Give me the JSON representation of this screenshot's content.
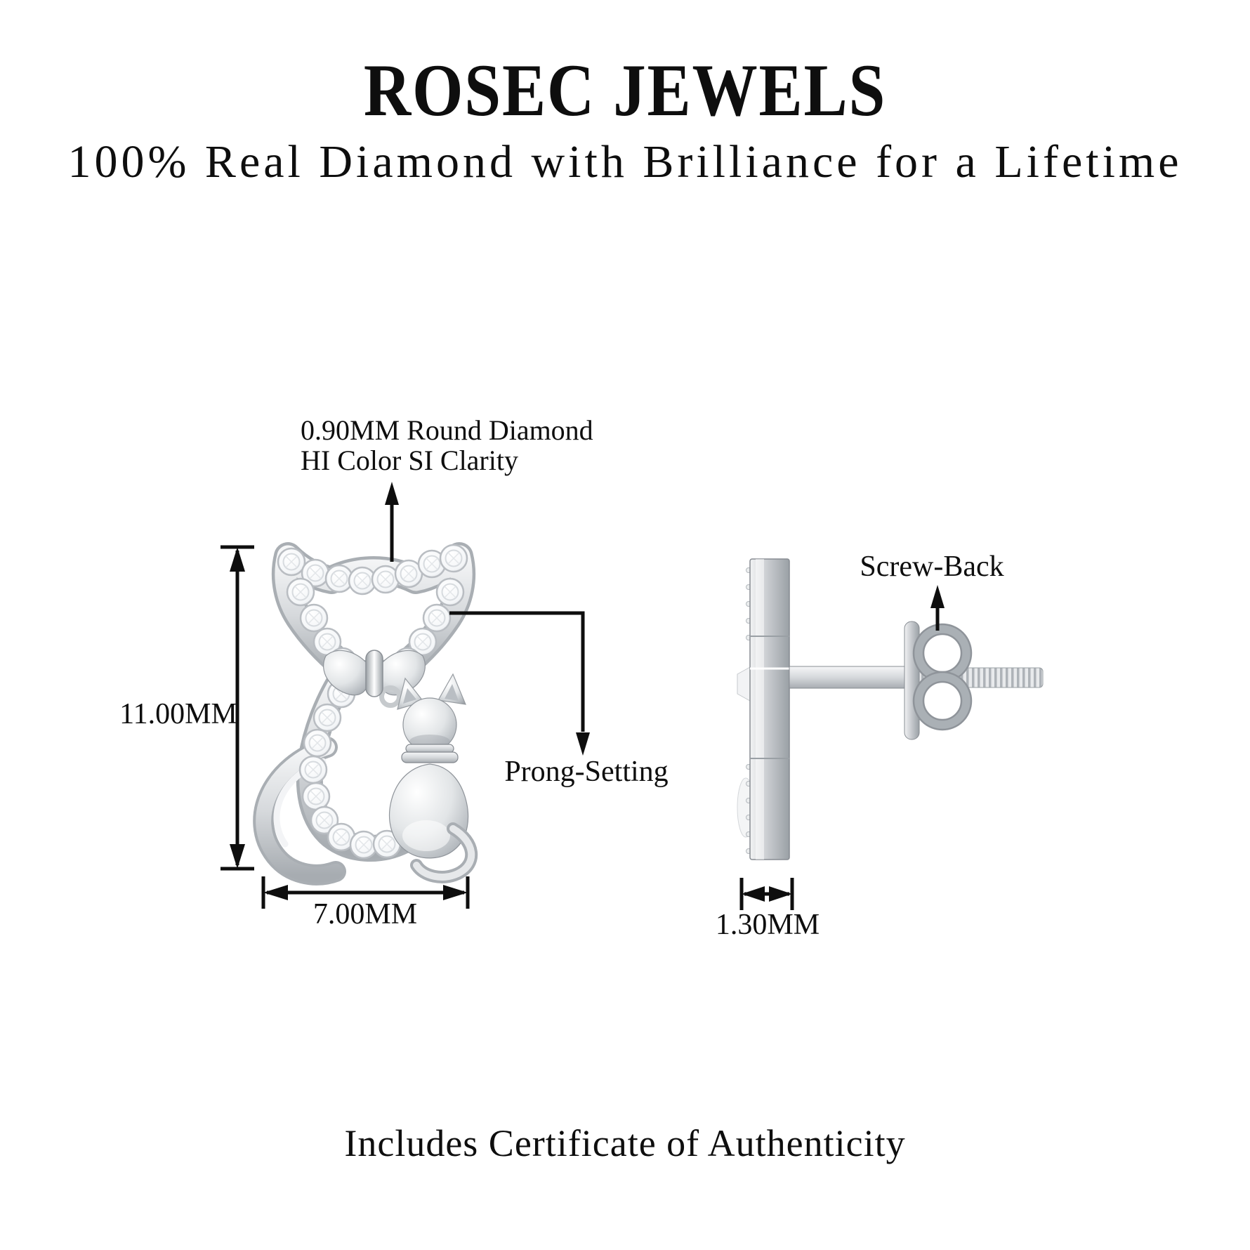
{
  "header": {
    "brand": "ROSEC JEWELS",
    "tagline": "100% Real Diamond with Brilliance for a Lifetime"
  },
  "front_view": {
    "stone_note_line1": "0.90MM Round Diamond",
    "stone_note_line2": "HI Color SI Clarity",
    "height_label": "11.00MM",
    "width_label": "7.00MM",
    "setting_label": "Prong-Setting"
  },
  "side_view": {
    "back_type_label": "Screw-Back",
    "thickness_label": "1.30MM"
  },
  "footer": {
    "certificate_note": "Includes Certificate of Authenticity"
  },
  "colors": {
    "background": "#ffffff",
    "line": "#0e0e0e",
    "metal_light": "#f6f7f8",
    "metal_mid": "#c9ccd0",
    "metal_dark": "#9aa0a5",
    "diamond_fill": "#ffffff",
    "diamond_stroke": "#b9bdc2"
  }
}
